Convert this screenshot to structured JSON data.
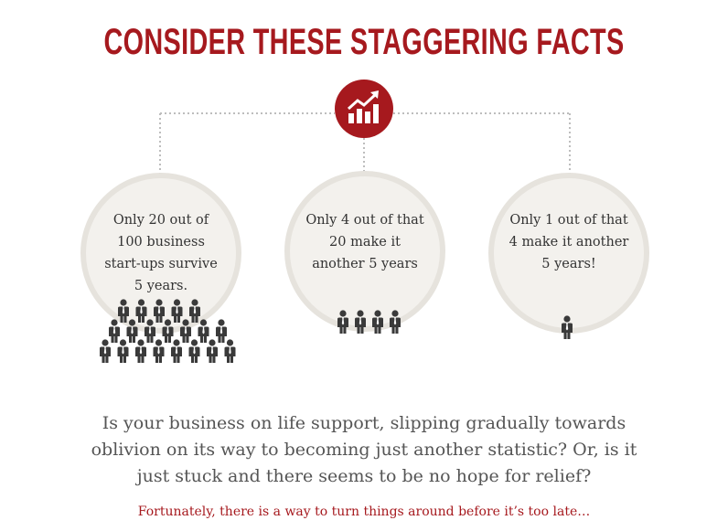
{
  "title": "CONSIDER THESE STAGGERING FACTS",
  "hub": {
    "icon": "growth-chart-icon",
    "color": "#a6191e"
  },
  "facts": [
    {
      "lines": [
        "Only 20 out of",
        "100 business",
        "start-ups survive",
        "5 years."
      ],
      "people_count": 20
    },
    {
      "lines": [
        "Only 4 out of that",
        "20 make it",
        "another 5 years"
      ],
      "people_count": 4
    },
    {
      "lines": [
        "Only 1 out of that",
        "4 make it another",
        "5 years!"
      ],
      "people_count": 1
    }
  ],
  "question": "Is your business on life support, slipping gradually towards oblivion on its way to becoming just another statistic? Or, is it just stuck and there seems to be no hope for relief?",
  "teaser": "Fortunately, there is a way to turn things around before it’s too late…",
  "colors": {
    "accent": "#a6191e",
    "person": "#3a3a3a",
    "disc": "#f3f1ed",
    "disc_ring": "#e6e3dd"
  }
}
